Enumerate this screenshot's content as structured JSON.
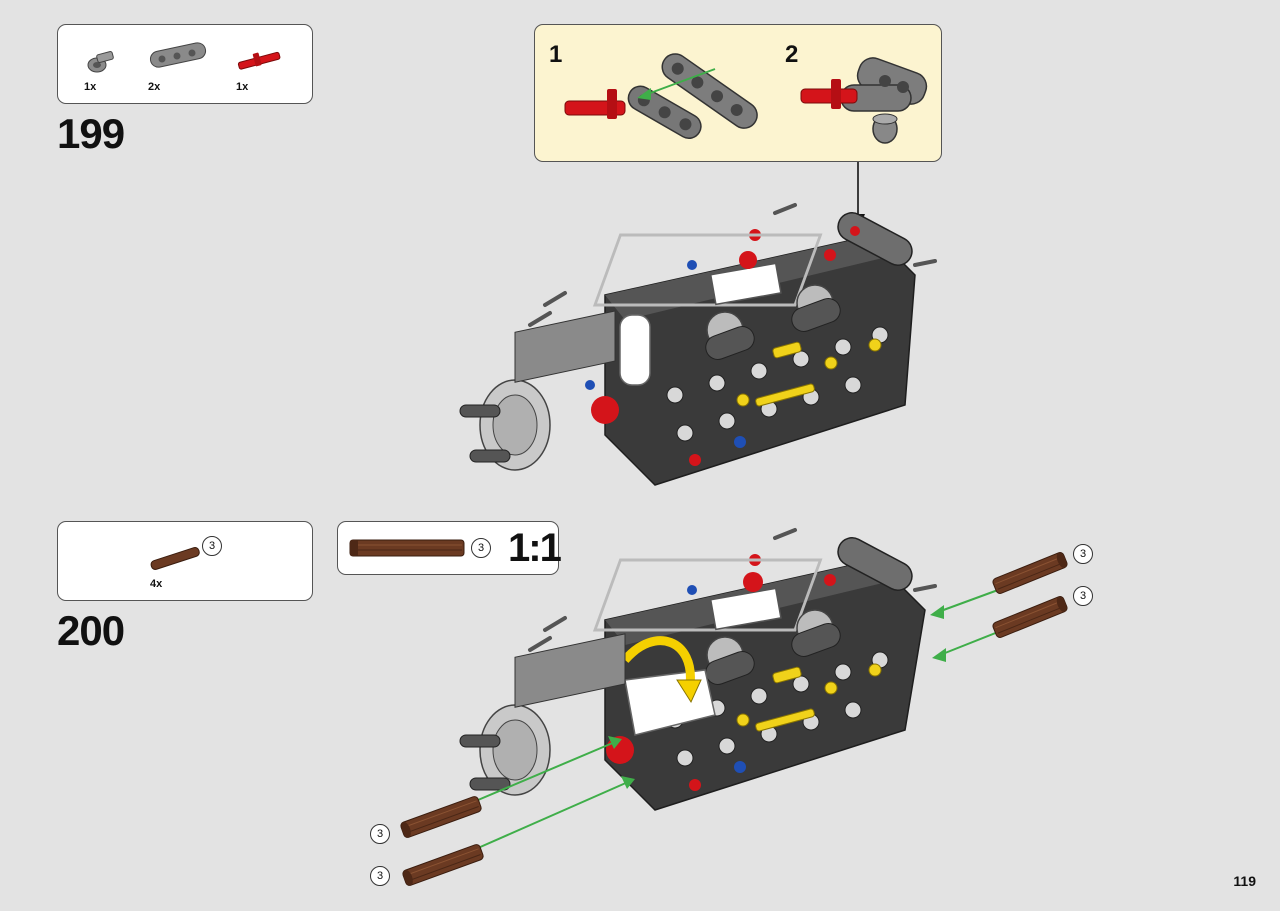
{
  "page": {
    "number": "119"
  },
  "step_199": {
    "number": "199",
    "parts": [
      {
        "icon": "gray-axle-pin-connector",
        "qty": "1x"
      },
      {
        "icon": "gray-beam-3-icon",
        "qty": "2x"
      },
      {
        "icon": "red-axle-pin-icon",
        "qty": "1x"
      }
    ],
    "substeps": [
      "1",
      "2"
    ]
  },
  "step_200": {
    "number": "200",
    "parts": [
      {
        "icon": "brown-axle-icon",
        "qty": "4x",
        "length": "3"
      }
    ],
    "scale": {
      "length": "3",
      "label": "1:1"
    },
    "callouts": [
      "3",
      "3",
      "3",
      "3"
    ]
  },
  "colors": {
    "background": "#e3e3e3",
    "callout_bg": "#fcf4d0",
    "arrow_green": "#3fae49",
    "axle_brown": "#6b3a22",
    "model_dark": "#3a3a3a",
    "red": "#d4141a"
  }
}
